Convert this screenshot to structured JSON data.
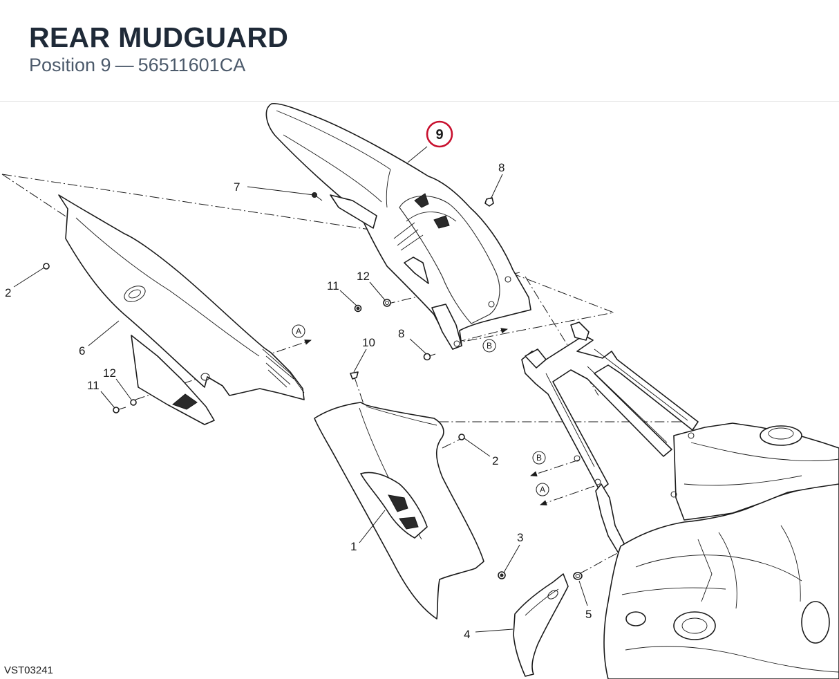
{
  "header": {
    "title": "REAR MUDGUARD",
    "position_label": "Position 9",
    "separator": "—",
    "part_number": "56511601CA"
  },
  "diagram": {
    "highlighted_callout": "9",
    "highlight_color": "#c8102e",
    "callouts": [
      "1",
      "2",
      "2",
      "3",
      "4",
      "5",
      "6",
      "7",
      "8",
      "8",
      "10",
      "11",
      "11",
      "12",
      "12"
    ],
    "reference_markers": [
      "A",
      "A",
      "B",
      "B"
    ],
    "drawing_code": "VST03241"
  }
}
